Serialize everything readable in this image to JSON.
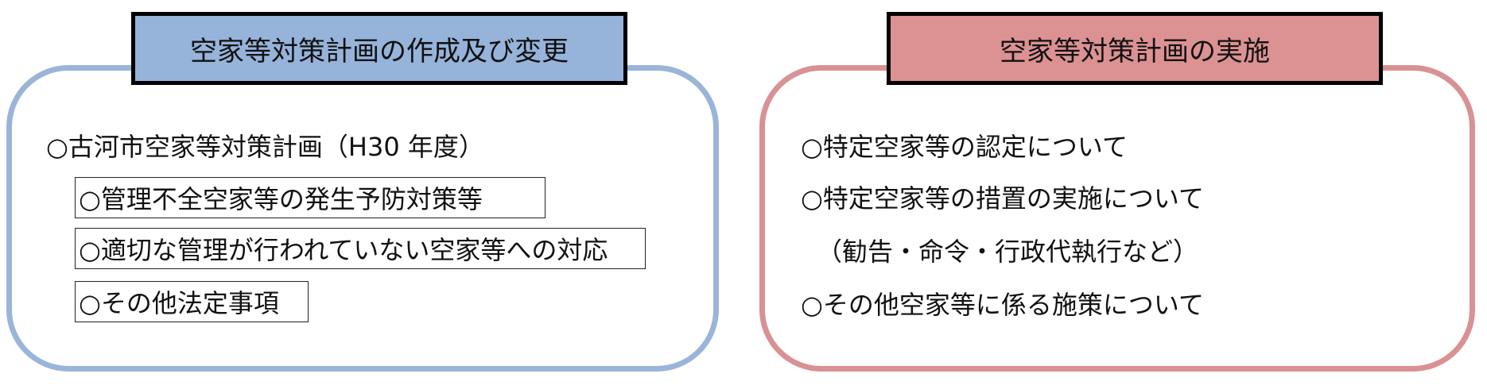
{
  "colors": {
    "left_border": "#9ab5d8",
    "left_title_fill": "#96b3da",
    "right_border": "#d99194",
    "right_title_fill": "#dc9192"
  },
  "left": {
    "title": "空家等対策計画の作成及び変更",
    "main_item": "○古河市空家等対策計画（H30 年度）",
    "sub_items": [
      "○管理不全空家等の発生予防対策等",
      "○適切な管理が行われていない空家等への対応",
      "○その他法定事項"
    ]
  },
  "right": {
    "title": "空家等対策計画の実施",
    "items": [
      "○特定空家等の認定について",
      "○特定空家等の措置の実施について",
      "（勧告・命令・行政代執行など）",
      "○その他空家等に係る施策について"
    ]
  }
}
